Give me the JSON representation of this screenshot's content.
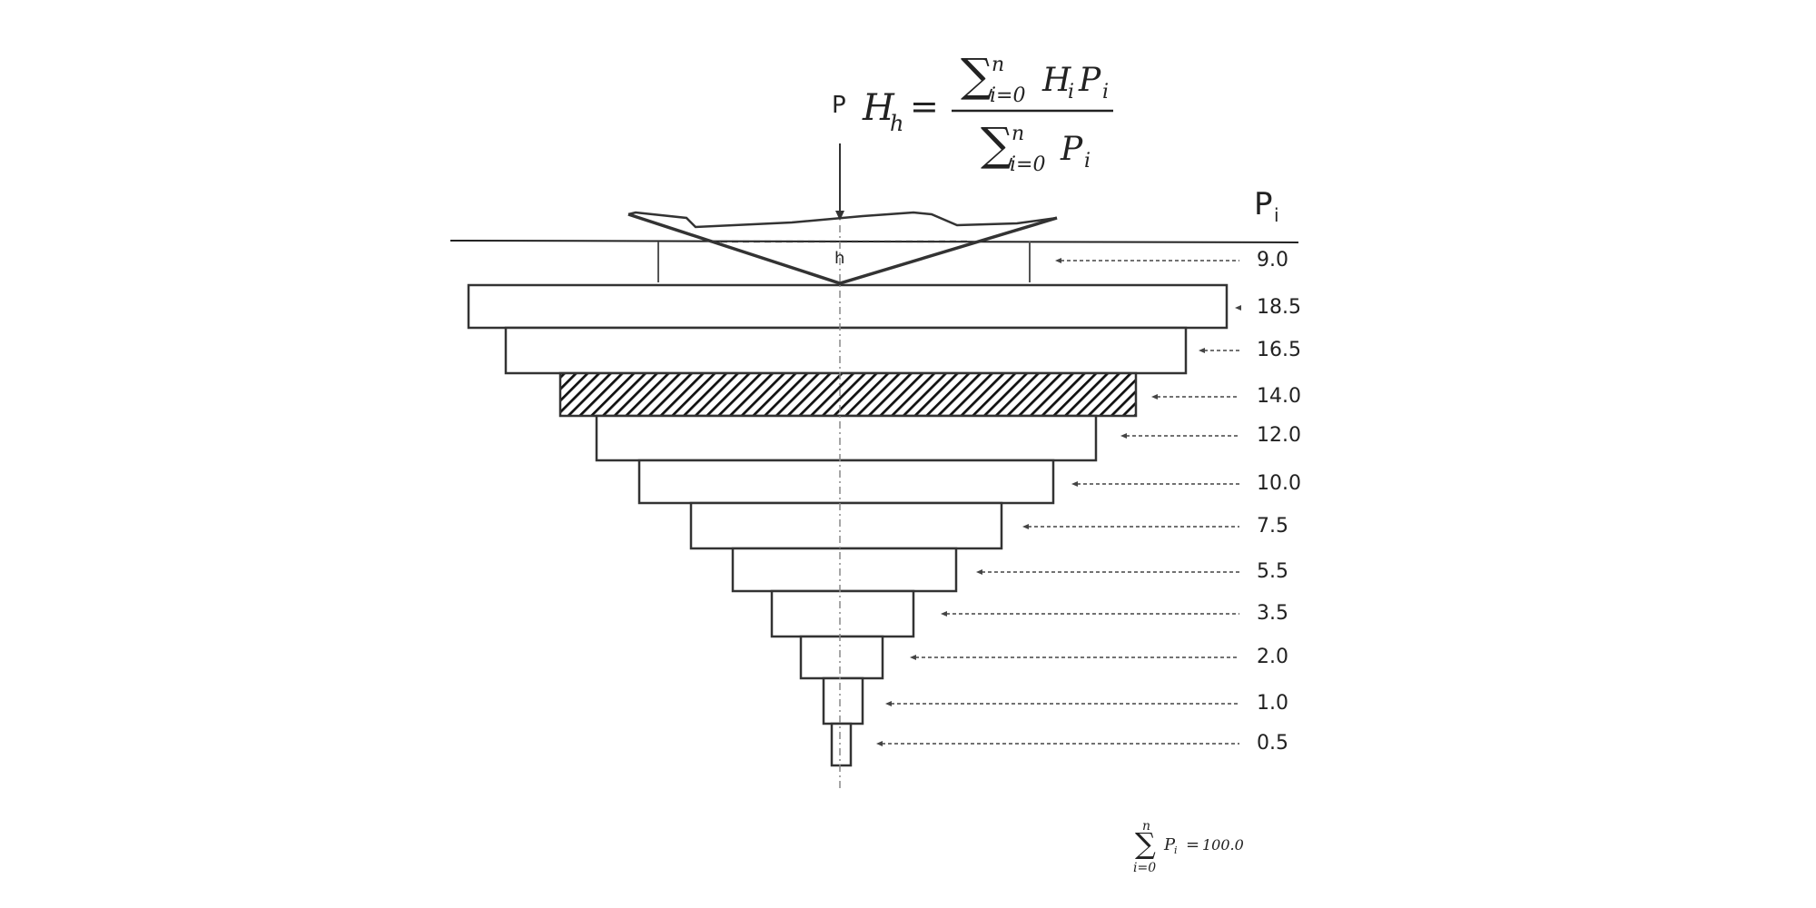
{
  "formula": {
    "lhs": "H",
    "lhs_sub": "h",
    "equals": "=",
    "num_sum": "∑",
    "num_upper": "n",
    "num_lower": "i=0",
    "num_term1": "H",
    "num_term1_sub": "i",
    "num_term2": "P",
    "num_term2_sub": "i",
    "den_sum": "∑",
    "den_upper": "n",
    "den_lower": "i=0",
    "den_term": "P",
    "den_term_sub": "i"
  },
  "load_label": "P",
  "indent_depth_label": "h",
  "column_header": {
    "main": "P",
    "sub": "i"
  },
  "layers": [
    {
      "value": 9.0,
      "label": "9.0",
      "hatched": false
    },
    {
      "value": 18.5,
      "label": "18.5",
      "hatched": false
    },
    {
      "value": 16.5,
      "label": "16.5",
      "hatched": false
    },
    {
      "value": 14.0,
      "label": "14.0",
      "hatched": true
    },
    {
      "value": 12.0,
      "label": "12.0",
      "hatched": false
    },
    {
      "value": 10.0,
      "label": "10.0",
      "hatched": false
    },
    {
      "value": 7.5,
      "label": "7.5",
      "hatched": false
    },
    {
      "value": 5.5,
      "label": "5.5",
      "hatched": false
    },
    {
      "value": 3.5,
      "label": "3.5",
      "hatched": false
    },
    {
      "value": 2.0,
      "label": "2.0",
      "hatched": false
    },
    {
      "value": 1.0,
      "label": "1.0",
      "hatched": false
    },
    {
      "value": 0.5,
      "label": "0.5",
      "hatched": false
    }
  ],
  "sum_note": {
    "sum": "∑",
    "upper": "n",
    "lower": "i=0",
    "term": "P",
    "term_sub": "i",
    "equals": "=",
    "total": "100.0"
  }
}
